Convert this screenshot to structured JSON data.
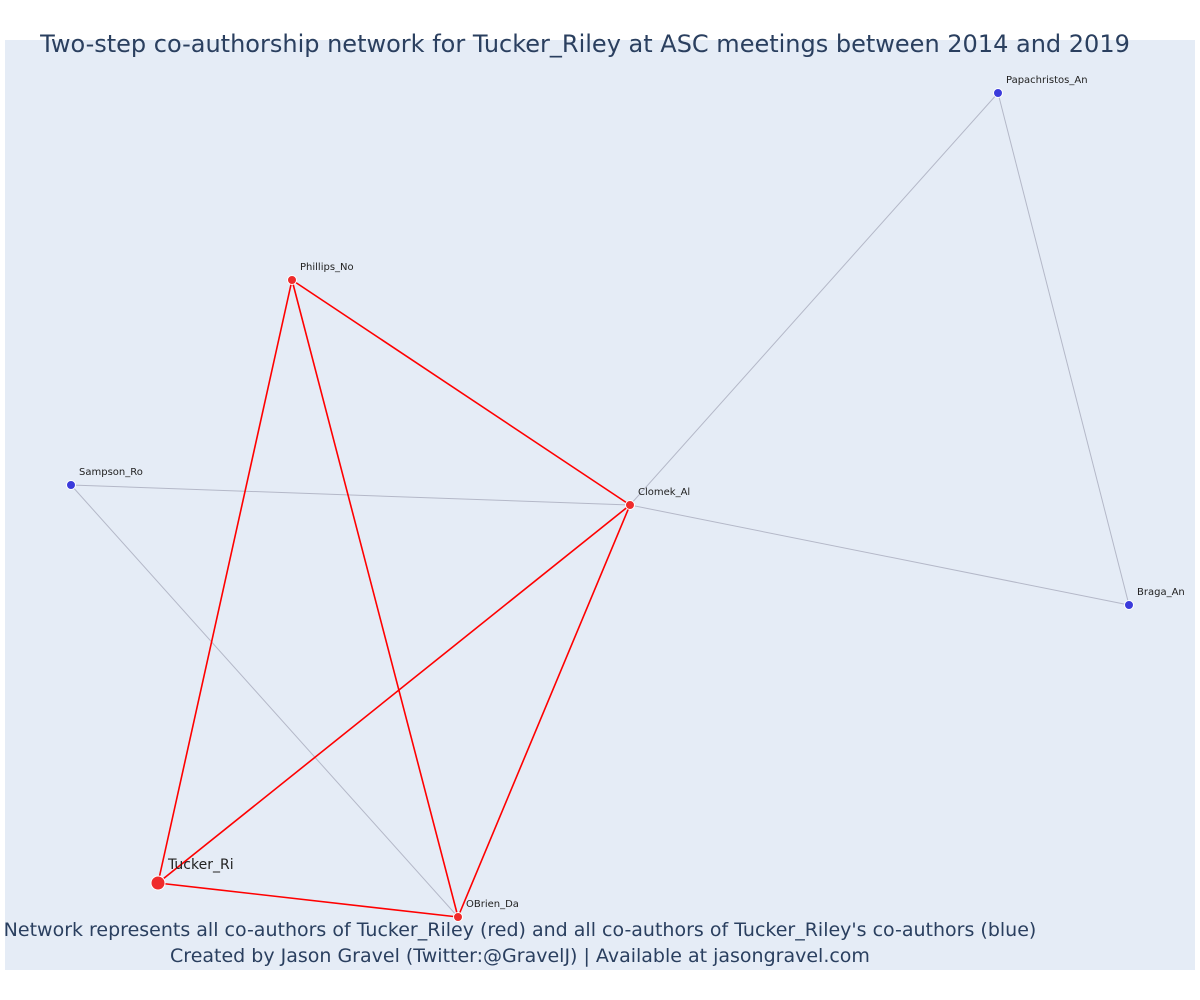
{
  "title": "Two-step co-authorship network for Tucker_Riley at ASC meetings between 2014 and 2019",
  "caption_line1": "Network represents all co-authors of Tucker_Riley (red) and all co-authors of Tucker_Riley's co-authors (blue)",
  "caption_line2": "Created by Jason Gravel (Twitter:@GravelJ) | Available at jasongravel.com",
  "colors": {
    "background": "#e5ecf6",
    "first_degree": "#ef2b2b",
    "second_degree": "#3b3bdb",
    "first_degree_edge": "#ff0000",
    "second_degree_edge": "#b4b8c8",
    "text": "#2a3f5f"
  },
  "network": {
    "focal": "Tucker_Ri",
    "nodes": [
      {
        "id": "Tucker_Ri",
        "group": "focal"
      },
      {
        "id": "OBrien_Da",
        "group": "coauthor"
      },
      {
        "id": "Phillips_No",
        "group": "coauthor"
      },
      {
        "id": "Clomek_Al",
        "group": "coauthor"
      },
      {
        "id": "Sampson_Ro",
        "group": "second_degree"
      },
      {
        "id": "Papachristos_An",
        "group": "second_degree"
      },
      {
        "id": "Braga_An",
        "group": "second_degree"
      }
    ],
    "edges": [
      {
        "source": "Tucker_Ri",
        "target": "Phillips_No",
        "type": "first"
      },
      {
        "source": "Tucker_Ri",
        "target": "Clomek_Al",
        "type": "first"
      },
      {
        "source": "Tucker_Ri",
        "target": "OBrien_Da",
        "type": "first"
      },
      {
        "source": "Phillips_No",
        "target": "OBrien_Da",
        "type": "first"
      },
      {
        "source": "Phillips_No",
        "target": "Clomek_Al",
        "type": "first"
      },
      {
        "source": "Clomek_Al",
        "target": "OBrien_Da",
        "type": "first"
      },
      {
        "source": "Sampson_Ro",
        "target": "Clomek_Al",
        "type": "second"
      },
      {
        "source": "Sampson_Ro",
        "target": "OBrien_Da",
        "type": "second"
      },
      {
        "source": "Clomek_Al",
        "target": "Papachristos_An",
        "type": "second"
      },
      {
        "source": "Clomek_Al",
        "target": "Braga_An",
        "type": "second"
      },
      {
        "source": "Papachristos_An",
        "target": "Braga_An",
        "type": "second"
      }
    ]
  }
}
